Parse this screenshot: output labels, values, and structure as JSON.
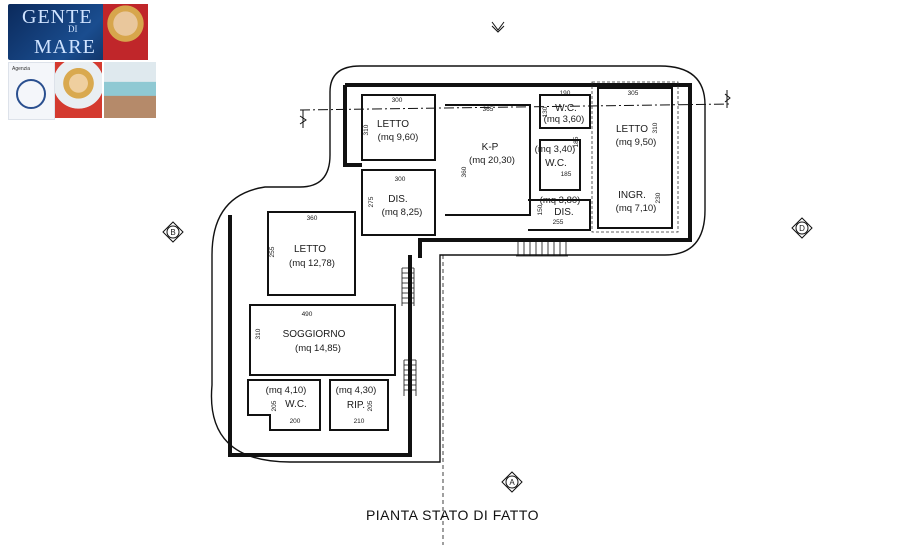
{
  "branding": {
    "logo_line1": "GENTE",
    "logo_line2": "DI",
    "logo_line3": "MARE",
    "badge_caption": "Agenzia"
  },
  "plan": {
    "title": "PIANTA STATO DI FATTO",
    "rooms": [
      {
        "name": "LETTO",
        "area": "(mq 9,60)"
      },
      {
        "name": "K-P",
        "area": "(mq 20,30)"
      },
      {
        "name": "W.C.",
        "area": "(mq 3,60)"
      },
      {
        "name": "W.C.",
        "area": "(mq 3,40)"
      },
      {
        "name": "LETTO",
        "area": "(mq 9,50)"
      },
      {
        "name": "INGR.",
        "area": "(mq 7,10)"
      },
      {
        "name": "DIS.",
        "area": "(mq 8,25)"
      },
      {
        "name": "DIS.",
        "area": "(mq 3,80)"
      },
      {
        "name": "LETTO",
        "area": "(mq 12,78)"
      },
      {
        "name": "SOGGIORNO",
        "area": "(mq 14,85)"
      },
      {
        "name": "W.C.",
        "area": "(mq 4,10)"
      },
      {
        "name": "RIP.",
        "area": "(mq 4,30)"
      }
    ],
    "dimensions": [
      "300",
      "310",
      "365",
      "190",
      "130",
      "305",
      "310",
      "360",
      "185",
      "185",
      "300",
      "275",
      "150",
      "255",
      "230",
      "360",
      "255",
      "490",
      "310",
      "205",
      "200",
      "210",
      "205"
    ],
    "markers": [
      "B",
      "D",
      "A"
    ]
  }
}
